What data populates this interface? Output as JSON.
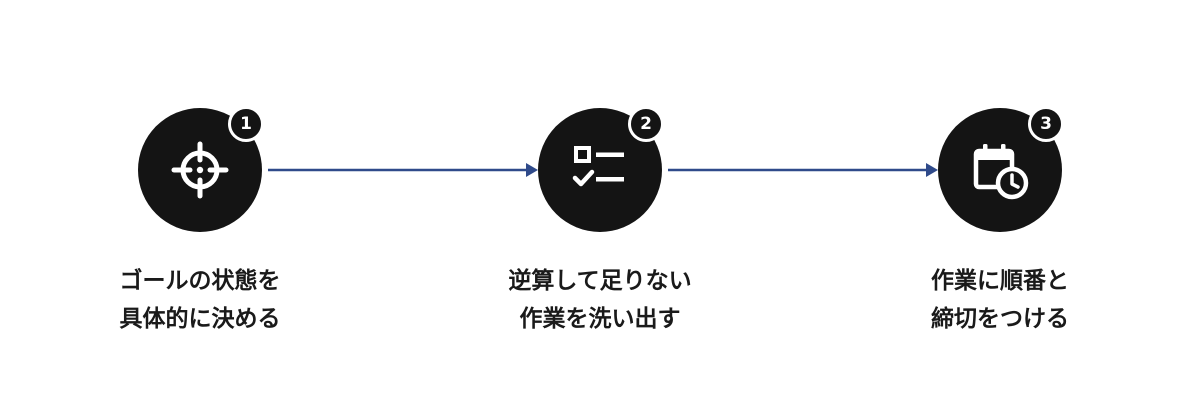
{
  "colors": {
    "circle": "#141414",
    "connector": "#2f4a8a",
    "icon": "#ffffff",
    "label": "#1a1a1a"
  },
  "steps": [
    {
      "number": "1",
      "icon": "crosshair-target-icon",
      "label_line1": "ゴールの状態を",
      "label_line2": "具体的に決める"
    },
    {
      "number": "2",
      "icon": "checklist-icon",
      "label_line1": "逆算して足りない",
      "label_line2": "作業を洗い出す"
    },
    {
      "number": "3",
      "icon": "calendar-clock-icon",
      "label_line1": "作業に順番と",
      "label_line2": "締切をつける"
    }
  ]
}
